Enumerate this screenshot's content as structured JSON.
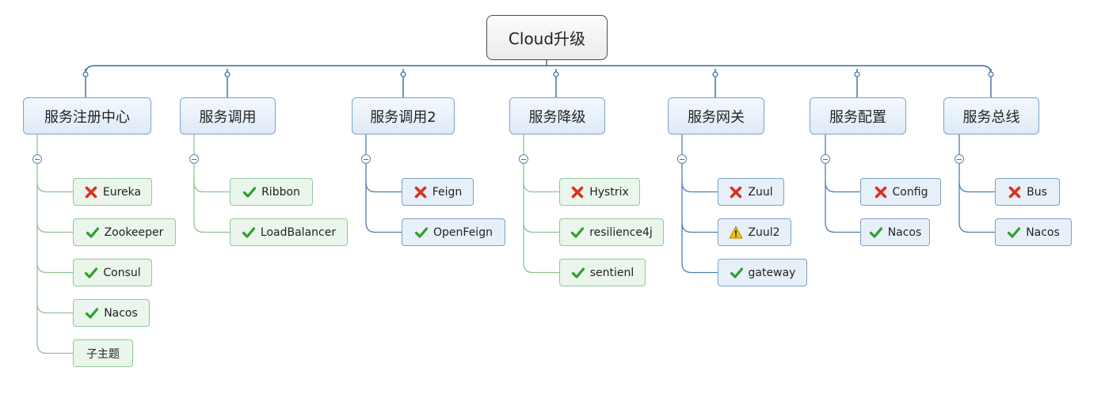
{
  "root": {
    "label": "Cloud升级"
  },
  "branches": [
    {
      "label": "服务注册中心",
      "items": [
        {
          "label": "Eureka",
          "icon": "cross-icon"
        },
        {
          "label": "Zookeeper",
          "icon": "check-icon"
        },
        {
          "label": "Consul",
          "icon": "check-icon"
        },
        {
          "label": "Nacos",
          "icon": "check-icon"
        },
        {
          "label": "子主题",
          "icon": ""
        }
      ]
    },
    {
      "label": "服务调用",
      "items": [
        {
          "label": "Ribbon",
          "icon": "check-icon"
        },
        {
          "label": "LoadBalancer",
          "icon": "check-icon"
        }
      ]
    },
    {
      "label": "服务调用2",
      "items": [
        {
          "label": "Feign",
          "icon": "cross-icon"
        },
        {
          "label": "OpenFeign",
          "icon": "check-icon"
        }
      ]
    },
    {
      "label": "服务降级",
      "items": [
        {
          "label": "Hystrix",
          "icon": "cross-icon"
        },
        {
          "label": "resilience4j",
          "icon": "check-icon"
        },
        {
          "label": "sentienl",
          "icon": "check-icon"
        }
      ]
    },
    {
      "label": "服务网关",
      "items": [
        {
          "label": "Zuul",
          "icon": "cross-icon"
        },
        {
          "label": "Zuul2",
          "icon": "warning-icon"
        },
        {
          "label": "gateway",
          "icon": "check-icon"
        }
      ]
    },
    {
      "label": "服务配置",
      "items": [
        {
          "label": "Config",
          "icon": "cross-icon"
        },
        {
          "label": "Nacos",
          "icon": "check-icon"
        }
      ]
    },
    {
      "label": "服务总线",
      "items": [
        {
          "label": "Bus",
          "icon": "cross-icon"
        },
        {
          "label": "Nacos",
          "icon": "check-icon"
        }
      ]
    }
  ],
  "colors": {
    "check": "#2e9e2e",
    "cross": "#d9321f",
    "warning": "#f2c200",
    "connector": "#3a6aa0",
    "leaf_green": "#eaf6eb",
    "leaf_blue": "#e7f0f9"
  }
}
